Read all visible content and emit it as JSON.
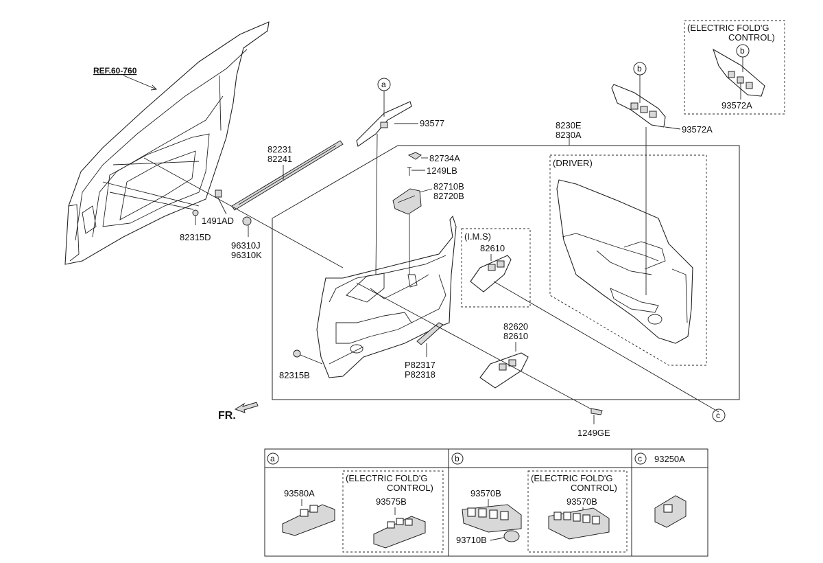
{
  "ref": "REF.60-760",
  "fr": "FR.",
  "labels": {
    "p82231": "82231",
    "p82241": "82241",
    "p1491ad": "1491AD",
    "p82315d": "82315D",
    "p96310j": "96310J",
    "p96310k": "96310K",
    "p82315b": "82315B",
    "p93577": "93577",
    "p82734a": "82734A",
    "p1249lb": "1249LB",
    "p82710b": "82710B",
    "p82720b": "82720B",
    "p8230e": "8230E",
    "p8230a": "8230A",
    "p82610_ims": "82610",
    "p82620": "82620",
    "p82610": "82610",
    "pp82317": "P82317",
    "pp82318": "P82318",
    "p1249ge": "1249GE",
    "p93572a": "93572A",
    "p93572a_inset": "93572A"
  },
  "callouts": {
    "a": "a",
    "b": "b",
    "c": "c"
  },
  "groups": {
    "driver": "(DRIVER)",
    "ims": "(I.M.S)",
    "efc_top_1": "(ELECTRIC FOLD'G",
    "efc_top_2": "CONTROL)"
  },
  "table": {
    "a": {
      "key": "a",
      "part": "93580A",
      "efc_1": "(ELECTRIC FOLD'G",
      "efc_2": "CONTROL)",
      "efc_part": "93575B"
    },
    "b": {
      "key": "b",
      "part": "93570B",
      "part2": "93710B",
      "efc_1": "(ELECTRIC FOLD'G",
      "efc_2": "CONTROL)",
      "efc_part": "93570B"
    },
    "c": {
      "key": "c",
      "part": "93250A"
    }
  }
}
